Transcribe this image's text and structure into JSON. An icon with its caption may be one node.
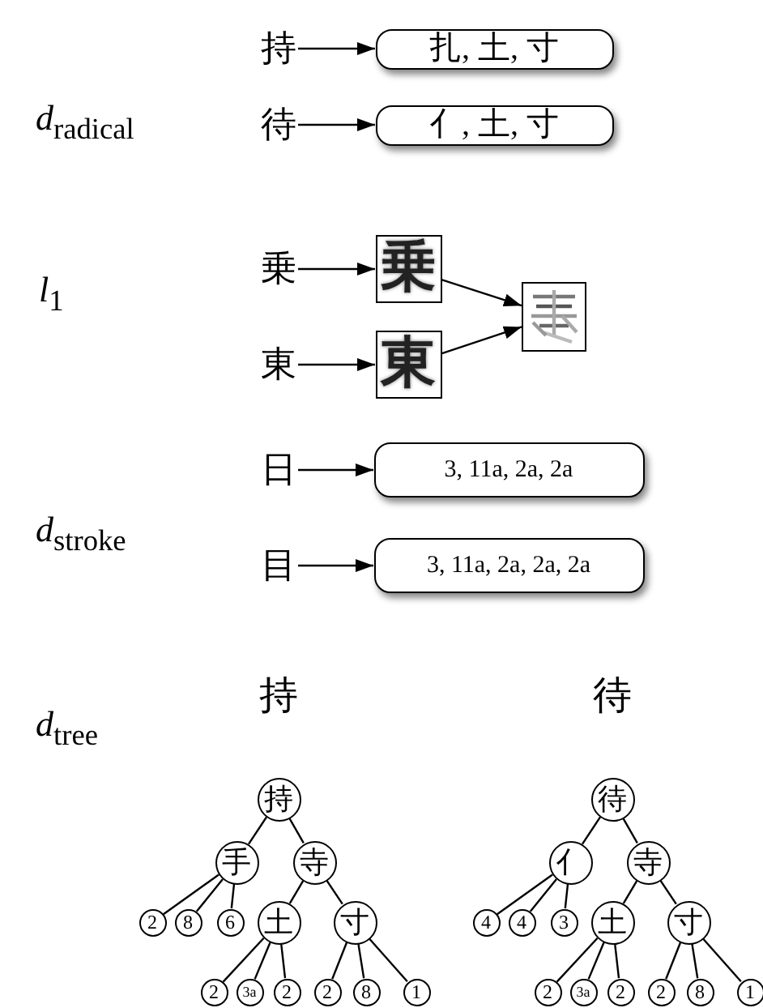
{
  "diagram": {
    "nodes": [
      {
        "text": [
          "持"
        ]
      },
      {
        "text": [
          "扎, 土, 寸"
        ]
      },
      {
        "text": [
          "待"
        ]
      },
      {
        "text": [
          "亻, 土, 寸"
        ]
      },
      {
        "text": [
          "乗"
        ]
      },
      {
        "text": [
          "乗"
        ]
      },
      {
        "text": [
          "東"
        ]
      },
      {
        "text": [
          "東"
        ]
      },
      {
        "text": [],
        "shape": "picture"
      },
      {
        "text": [
          "日"
        ]
      },
      {
        "text": [
          "3, 11a, 2a, 2a"
        ]
      },
      {
        "text": [
          "目"
        ]
      },
      {
        "text": [
          "3, 11a, 2a, 2a, 2a"
        ]
      },
      {
        "text": [
          "持"
        ]
      },
      {
        "text": [
          "手"
        ]
      },
      {
        "text": [
          "寺"
        ]
      },
      {
        "text": [
          "2"
        ]
      },
      {
        "text": [
          "8"
        ]
      },
      {
        "text": [
          "6"
        ]
      },
      {
        "text": [
          "土"
        ]
      },
      {
        "text": [
          "寸"
        ]
      },
      {
        "text": [
          "2"
        ]
      },
      {
        "text": [
          "3a"
        ]
      },
      {
        "text": [
          "2"
        ]
      },
      {
        "text": [
          "2"
        ]
      },
      {
        "text": [
          "8"
        ]
      },
      {
        "text": [
          "1"
        ]
      },
      {
        "text": [
          "待"
        ]
      },
      {
        "text": [
          "亻"
        ]
      },
      {
        "text": [
          "寺"
        ]
      },
      {
        "text": [
          "4"
        ]
      },
      {
        "text": [
          "4"
        ]
      },
      {
        "text": [
          "3"
        ]
      },
      {
        "text": [
          "土"
        ]
      },
      {
        "text": [
          "寸"
        ]
      },
      {
        "text": [
          "2"
        ]
      },
      {
        "text": [
          "3a"
        ]
      },
      {
        "text": [
          "2"
        ]
      },
      {
        "text": [
          "2"
        ]
      },
      {
        "text": [
          "8"
        ]
      },
      {
        "text": [
          "1"
        ]
      }
    ],
    "edges": [
      {
        "from": 0,
        "to": 1,
        "arrow": "to"
      },
      {
        "from": 2,
        "to": 3,
        "arrow": "to"
      },
      {
        "from": 4,
        "to": 5,
        "arrow": "to"
      },
      {
        "from": 6,
        "to": 7,
        "arrow": "to"
      },
      {
        "from": 5,
        "to": 8,
        "arrow": "to"
      },
      {
        "from": 7,
        "to": 8,
        "arrow": "to"
      },
      {
        "from": 9,
        "to": 10,
        "arrow": "to"
      },
      {
        "from": 11,
        "to": 12,
        "arrow": "to"
      },
      {
        "from": 13,
        "to": 14,
        "arrow": "none"
      },
      {
        "from": 13,
        "to": 15,
        "arrow": "none"
      },
      {
        "from": 14,
        "to": 16,
        "arrow": "none"
      },
      {
        "from": 14,
        "to": 17,
        "arrow": "none"
      },
      {
        "from": 14,
        "to": 18,
        "arrow": "none"
      },
      {
        "from": 15,
        "to": 19,
        "arrow": "none"
      },
      {
        "from": 15,
        "to": 20,
        "arrow": "none"
      },
      {
        "from": 19,
        "to": 21,
        "arrow": "none"
      },
      {
        "from": 19,
        "to": 22,
        "arrow": "none"
      },
      {
        "from": 19,
        "to": 23,
        "arrow": "none"
      },
      {
        "from": 20,
        "to": 24,
        "arrow": "none"
      },
      {
        "from": 20,
        "to": 25,
        "arrow": "none"
      },
      {
        "from": 20,
        "to": 26,
        "arrow": "none"
      },
      {
        "from": 27,
        "to": 28,
        "arrow": "none"
      },
      {
        "from": 27,
        "to": 29,
        "arrow": "none"
      },
      {
        "from": 28,
        "to": 30,
        "arrow": "none"
      },
      {
        "from": 28,
        "to": 31,
        "arrow": "none"
      },
      {
        "from": 28,
        "to": 32,
        "arrow": "none"
      },
      {
        "from": 29,
        "to": 33,
        "arrow": "none"
      },
      {
        "from": 29,
        "to": 34,
        "arrow": "none"
      },
      {
        "from": 33,
        "to": 35,
        "arrow": "none"
      },
      {
        "from": 33,
        "to": 36,
        "arrow": "none"
      },
      {
        "from": 33,
        "to": 37,
        "arrow": "none"
      },
      {
        "from": 34,
        "to": 38,
        "arrow": "none"
      },
      {
        "from": 34,
        "to": 39,
        "arrow": "none"
      },
      {
        "from": 34,
        "to": 40,
        "arrow": "none"
      }
    ],
    "labels": [
      "*d*$_{radical}$",
      "*l*$_{1}$",
      "*d*$_{stroke}$",
      "*d*$_{tree}$",
      "持",
      "待"
    ]
  }
}
